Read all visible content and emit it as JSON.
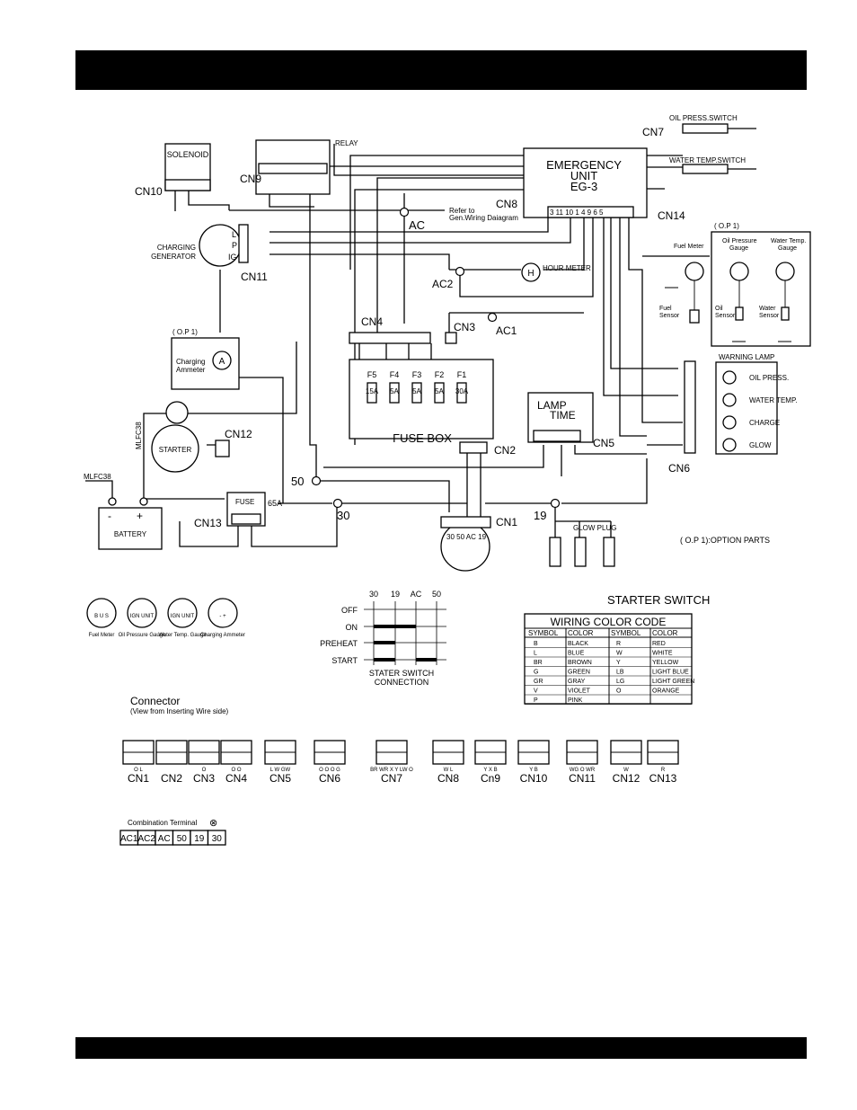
{
  "diagram": {
    "components": {
      "emergency_unit": [
        "EMERGENCY",
        "UNIT",
        "EG-3"
      ],
      "solenoid": "SOLENOID",
      "relay": "RELAY",
      "charging_generator": [
        "CHARGING",
        "GENERATOR"
      ],
      "charging_ammeter": [
        "Charging",
        "Ammeter"
      ],
      "starter": "STARTER",
      "battery": "BATTERY",
      "fuse": "FUSE",
      "fuse_rating": "65A",
      "fuse_box": "FUSE BOX",
      "lamp_time": [
        "LAMP",
        "TIME"
      ],
      "hour_meter": "HOUR METER",
      "warning_lamp": "WARNING LAMP",
      "glow_plug": "GLOW PLUG",
      "oil_press_switch": "OIL PRESS.SWITCH",
      "water_temp_switch": "WATER TEMP.SWITCH",
      "fuel_meter": "Fuel Meter",
      "oil_pressure_gauge": [
        "Oil Pressure",
        "Gauge"
      ],
      "water_temp_gauge": [
        "Water Temp.",
        "Gauge"
      ],
      "fuel_sensor": [
        "Fuel",
        "Sensor"
      ],
      "oil_sensor": [
        "Oil",
        "Sensor"
      ],
      "water_sensor": [
        "Water",
        "Sensor"
      ],
      "option_tag": "( O.P 1)",
      "option_note": "( O.P 1):OPTION PARTS",
      "refer_note": [
        "Refer to",
        "Gen.Wiring Daiagram"
      ],
      "mlfc": "MLFC38",
      "ammeter_symbol": "A",
      "hour_symbol": "H"
    },
    "connectors": [
      "CN1",
      "CN2",
      "CN3",
      "CN4",
      "CN5",
      "CN6",
      "CN7",
      "CN8",
      "CN9",
      "CN10",
      "CN11",
      "CN12",
      "CN13",
      "CN14"
    ],
    "terminals": [
      "AC",
      "AC1",
      "AC2",
      "50",
      "30",
      "19"
    ],
    "fuses": [
      {
        "name": "F5",
        "rating": "15A"
      },
      {
        "name": "F4",
        "rating": "5A"
      },
      {
        "name": "F3",
        "rating": "5A"
      },
      {
        "name": "F2",
        "rating": "5A"
      },
      {
        "name": "F1",
        "rating": "30A"
      }
    ],
    "warning_lamps": [
      "OIL PRESS.",
      "WATER TEMP.",
      "CHARGE",
      "GLOW"
    ],
    "generator_pins": [
      "L",
      "P",
      "IG"
    ]
  },
  "gauges": [
    {
      "label": "Fuel Meter",
      "pins": "B U S"
    },
    {
      "label": "Oil Pressure Gauge",
      "pins": "IGN UNIT"
    },
    {
      "label": "Water Temp. Gauge",
      "pins": "IGN UNIT"
    },
    {
      "label": "Charging Ammeter",
      "pins": "- +"
    }
  ],
  "starter_switch": {
    "title": "STARTER SWITCH",
    "columns": [
      "30",
      "19",
      "AC",
      "50"
    ],
    "rows": [
      "OFF",
      "ON",
      "PREHEAT",
      "START"
    ],
    "caption": [
      "STATER SWITCH",
      "CONNECTION"
    ]
  },
  "wiring_color_code": {
    "title": "WIRING COLOR CODE",
    "headers": [
      "SYMBOL",
      "COLOR",
      "SYMBOL",
      "COLOR"
    ],
    "rows": [
      [
        "B",
        "BLACK",
        "R",
        "RED"
      ],
      [
        "L",
        "BLUE",
        "W",
        "WHITE"
      ],
      [
        "BR",
        "BROWN",
        "Y",
        "YELLOW"
      ],
      [
        "G",
        "GREEN",
        "LB",
        "LIGHT BLUE"
      ],
      [
        "GR",
        "GRAY",
        "LG",
        "LIGHT GREEN"
      ],
      [
        "V",
        "VIOLET",
        "O",
        "ORANGE"
      ],
      [
        "P",
        "PINK",
        "",
        ""
      ]
    ]
  },
  "connector_section": {
    "title": "Connector",
    "subtitle": "(View from Inserting Wire side)",
    "items": [
      {
        "name": "CN1",
        "wires": "O L"
      },
      {
        "name": "CN2",
        "wires": ""
      },
      {
        "name": "CN3",
        "wires": "O"
      },
      {
        "name": "CN4",
        "wires": "O O"
      },
      {
        "name": "CN5",
        "wires": "L W GW"
      },
      {
        "name": "CN6",
        "wires": "O O O G"
      },
      {
        "name": "CN7",
        "wires": "BR WR X Y LW O"
      },
      {
        "name": "CN8",
        "wires": "W L"
      },
      {
        "name": "Cn9",
        "wires": "Y X B"
      },
      {
        "name": "CN10",
        "wires": "Y B"
      },
      {
        "name": "CN11",
        "wires": "WG O WR"
      },
      {
        "name": "CN12",
        "wires": "W"
      },
      {
        "name": "CN13",
        "wires": "R"
      }
    ]
  },
  "combination_terminal": {
    "title": "Combination Terminal",
    "symbol": "⊗",
    "cells": [
      "AC1",
      "AC2",
      "AC",
      "50",
      "19",
      "30"
    ]
  }
}
